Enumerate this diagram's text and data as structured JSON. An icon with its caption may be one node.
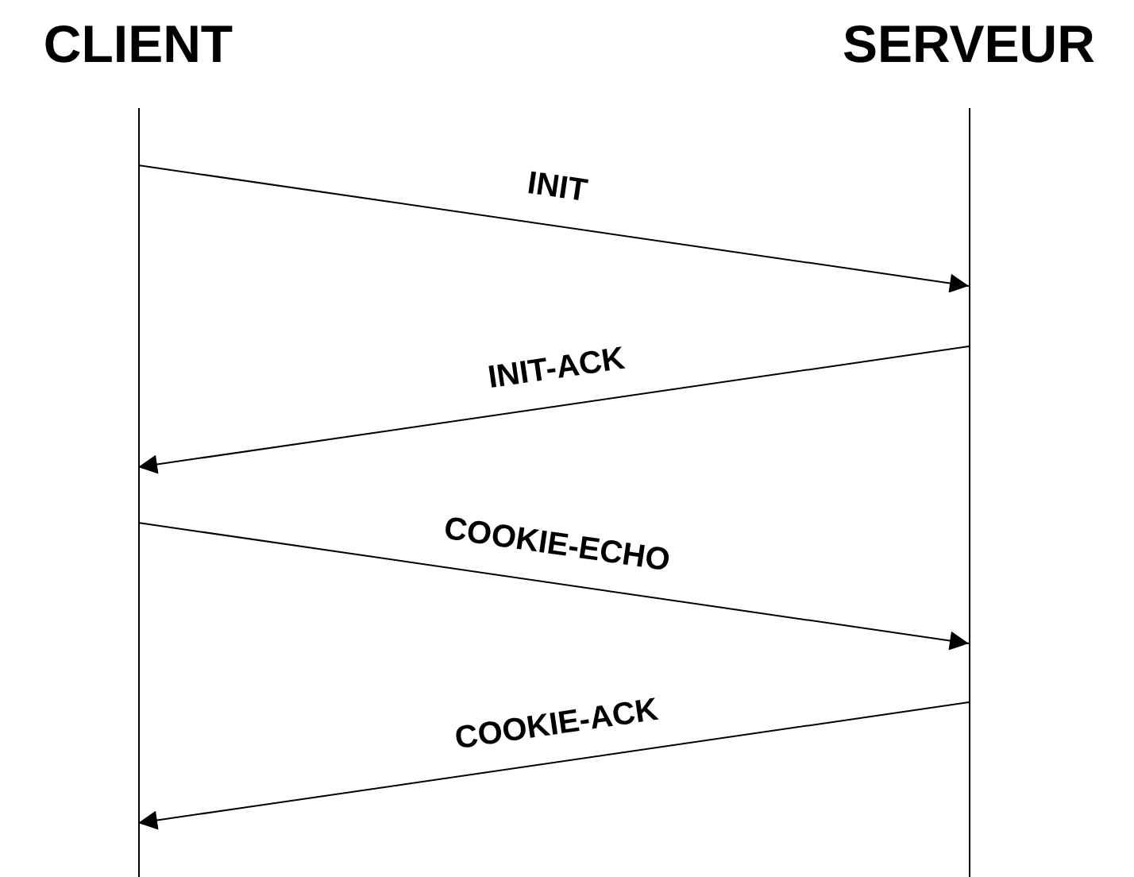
{
  "diagram": {
    "nodes": [
      {
        "text": [
          "CLIENT"
        ]
      },
      {
        "text": [
          "SERVEUR"
        ]
      }
    ],
    "edges": [
      {
        "from": 0,
        "to": 1,
        "arrow": "to",
        "label": "INIT"
      },
      {
        "from": 1,
        "to": 0,
        "arrow": "to",
        "label": "INIT-ACK"
      },
      {
        "from": 0,
        "to": 1,
        "arrow": "to",
        "label": "COOKIE-ECHO"
      },
      {
        "from": 1,
        "to": 0,
        "arrow": "to",
        "label": "COOKIE-ACK"
      }
    ]
  }
}
